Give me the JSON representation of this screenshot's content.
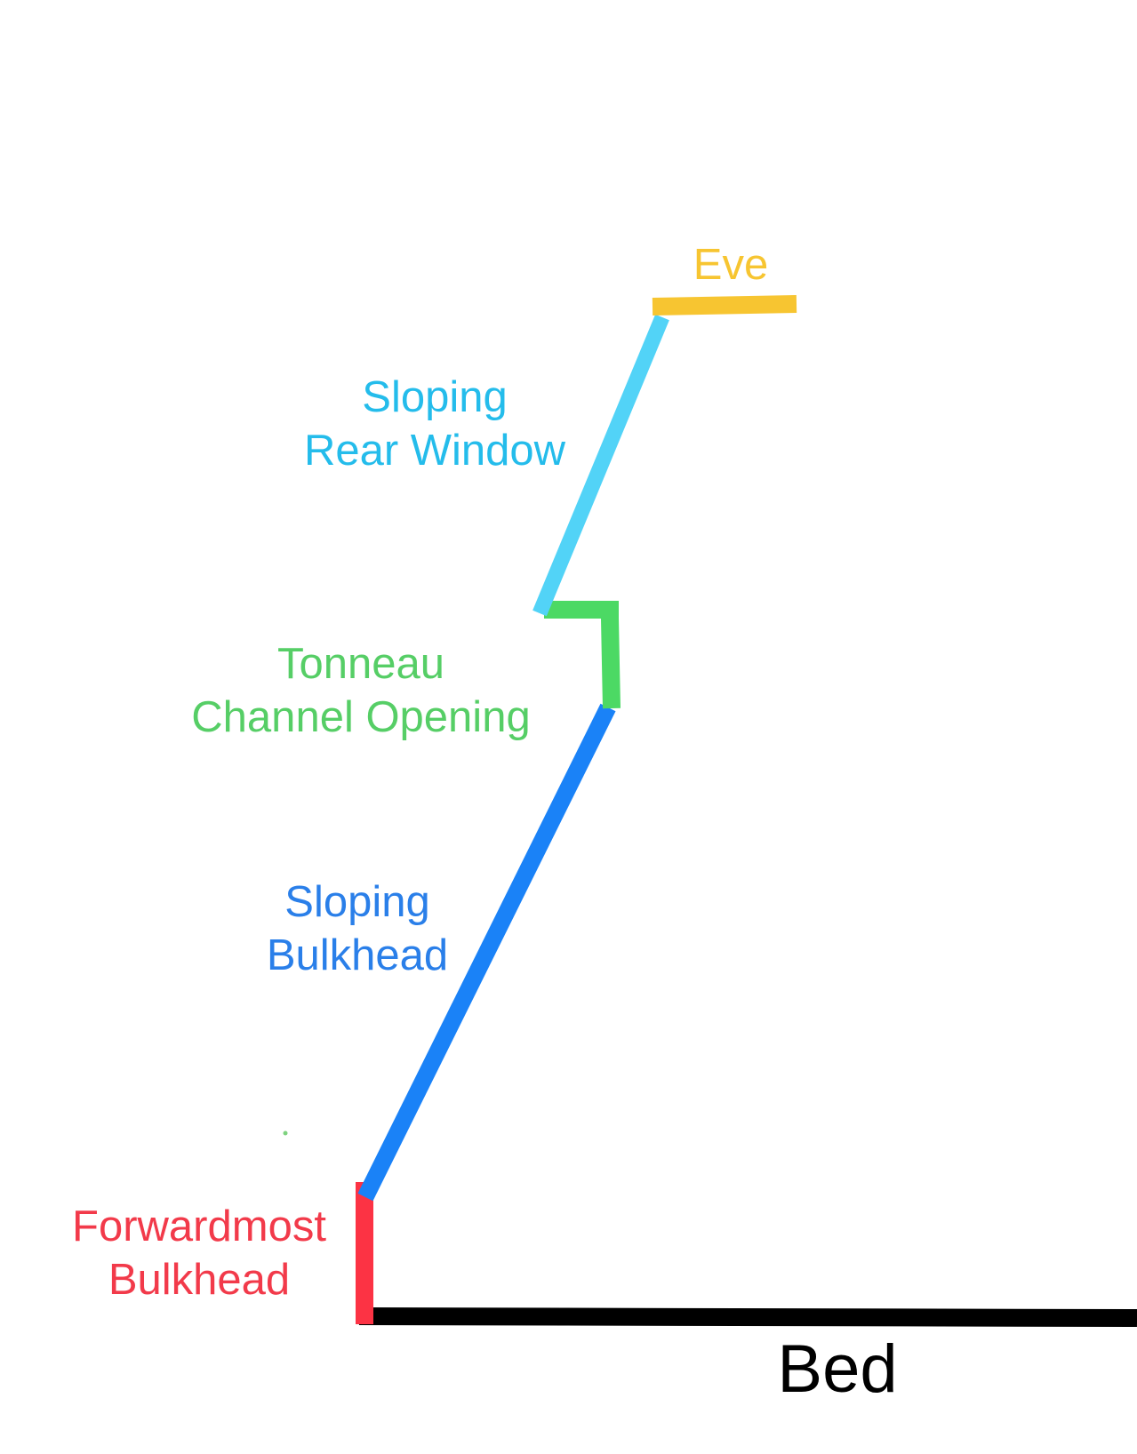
{
  "colors": {
    "eve": "#F7C531",
    "rear_window": "#52D3F7",
    "rear_window_text": "#24BCEB",
    "tonneau": "#4CD964",
    "tonneau_text": "#56CE66",
    "sloping_bulkhead": "#1A82F7",
    "sloping_bulkhead_text": "#2A7FE9",
    "forwardmost": "#FC3344",
    "forwardmost_text": "#F23A4A",
    "bed": "#000000"
  },
  "labels": {
    "eve": "Eve",
    "rear_window_line1": "Sloping",
    "rear_window_line2": "Rear Window",
    "tonneau_line1": "Tonneau",
    "tonneau_line2": "Channel Opening",
    "sloping_bulkhead_line1": "Sloping",
    "sloping_bulkhead_line2": "Bulkhead",
    "forwardmost_line1": "Forwardmost",
    "forwardmost_line2": "Bulkhead",
    "bed": "Bed"
  }
}
